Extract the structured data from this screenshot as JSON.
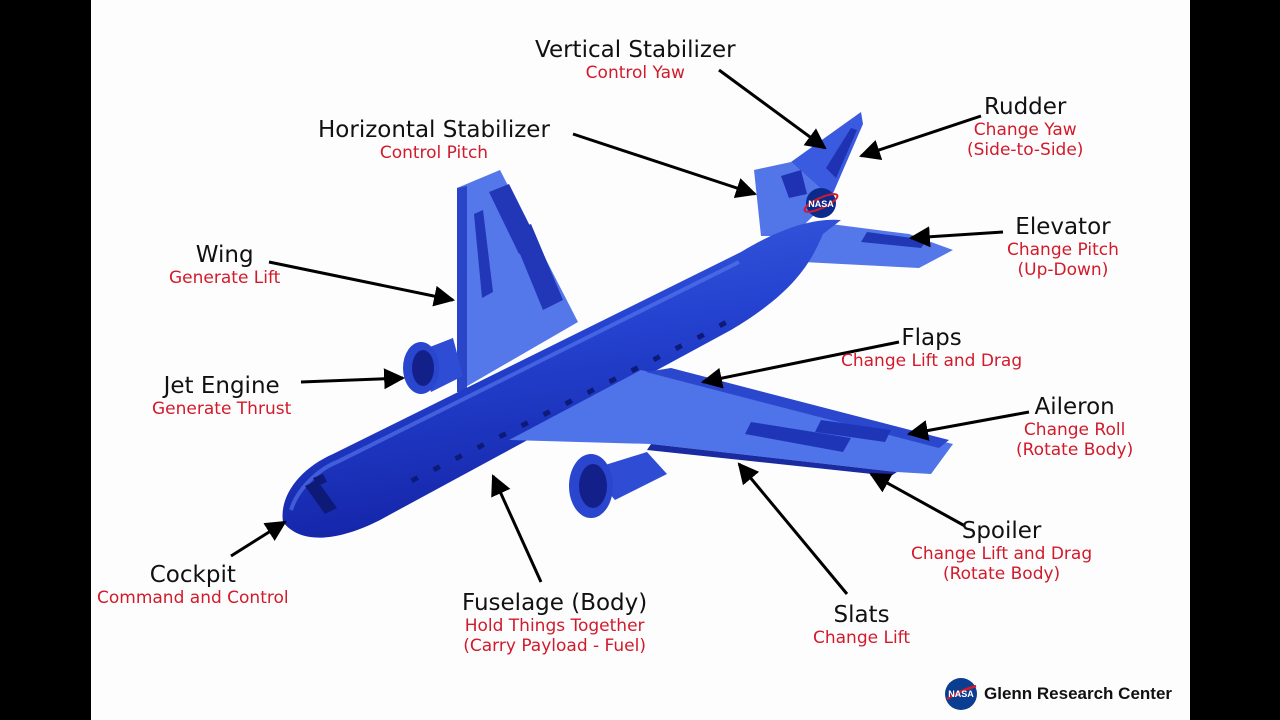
{
  "labels": {
    "vertical_stabilizer": {
      "title": "Vertical Stabilizer",
      "sub": "Control Yaw"
    },
    "rudder": {
      "title": "Rudder",
      "sub1": "Change Yaw",
      "sub2": "(Side-to-Side)"
    },
    "horizontal_stabilizer": {
      "title": "Horizontal Stabilizer",
      "sub": "Control Pitch"
    },
    "elevator": {
      "title": "Elevator",
      "sub1": "Change Pitch",
      "sub2": "(Up-Down)"
    },
    "wing": {
      "title": "Wing",
      "sub": "Generate Lift"
    },
    "flaps": {
      "title": "Flaps",
      "sub": "Change Lift and Drag"
    },
    "jet_engine": {
      "title": "Jet Engine",
      "sub": "Generate Thrust"
    },
    "aileron": {
      "title": "Aileron",
      "sub1": "Change Roll",
      "sub2": "(Rotate Body)"
    },
    "spoiler": {
      "title": "Spoiler",
      "sub1": "Change Lift and Drag",
      "sub2": "(Rotate Body)"
    },
    "cockpit": {
      "title": "Cockpit",
      "sub": "Command and Control"
    },
    "fuselage": {
      "title": "Fuselage (Body)",
      "sub1": "Hold Things Together",
      "sub2": "(Carry Payload - Fuel)"
    },
    "slats": {
      "title": "Slats",
      "sub": "Change Lift"
    }
  },
  "logo": {
    "text": "NASA"
  },
  "footer": {
    "logo_text": "NASA",
    "text": "Glenn Research Center"
  },
  "colors": {
    "plane_dark": "#1f35c4",
    "plane_light": "#4f73e8",
    "title": "#111111",
    "subtitle": "#d21a2b"
  }
}
